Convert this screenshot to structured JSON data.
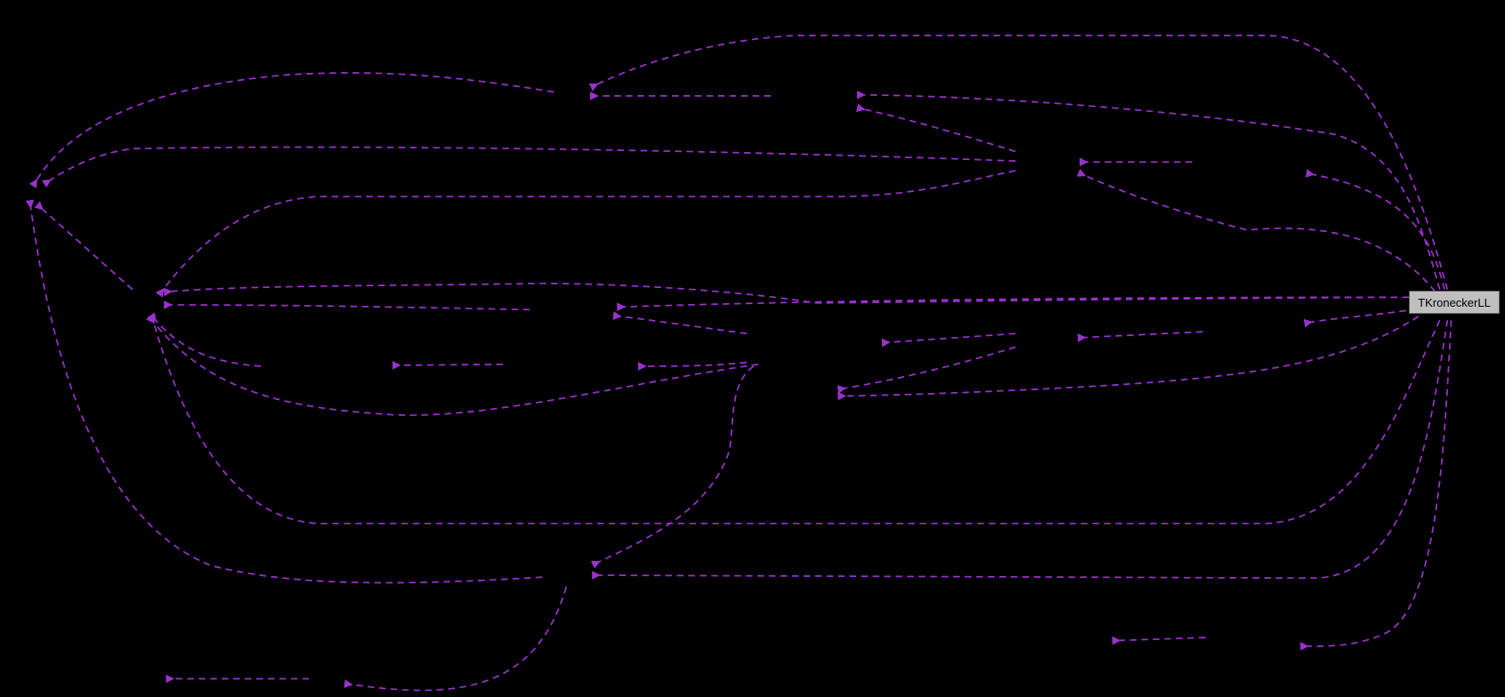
{
  "graph": {
    "type": "dependency-graph",
    "background": "#000000",
    "edge_color": "#9a32cd",
    "edge_style": "dashed",
    "node_fill": "#bfbfbf",
    "node_border": "#666666",
    "nodes": [
      {
        "id": "tkroneckerll",
        "label": "TKroneckerLL"
      }
    ]
  }
}
